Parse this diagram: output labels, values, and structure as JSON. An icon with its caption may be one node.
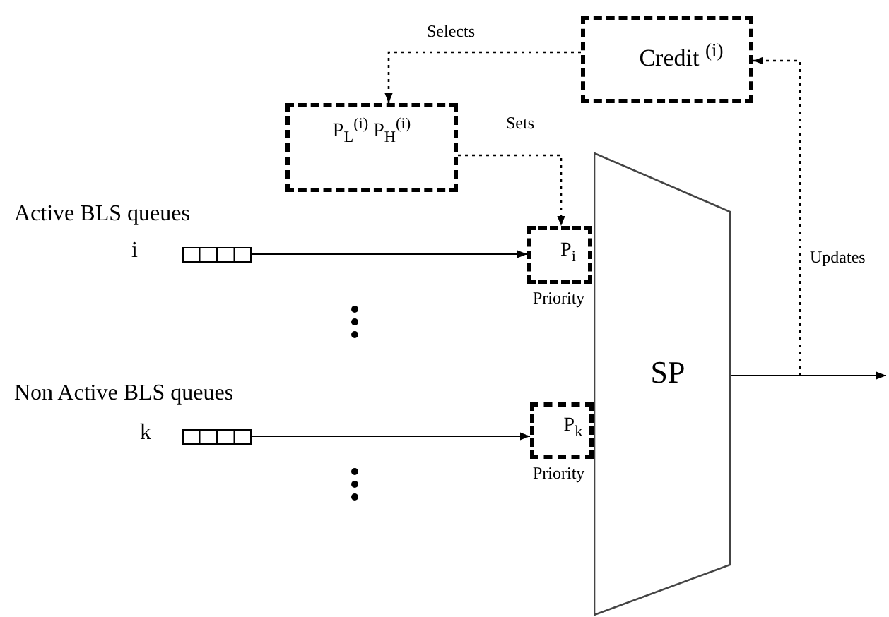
{
  "diagram": {
    "nodes": [
      {
        "text": [
          "Credit $^{(i)}$"
        ]
      },
      {
        "text": [
          "P$_{L}$$^{(i)}$ P$_{H}$$^{(i)}$"
        ]
      },
      {
        "text": [],
        "shape": "box",
        "beside": [
          "i"
        ]
      },
      {
        "text": [
          "P$_{i}$"
        ],
        "beside": [
          "Priority"
        ]
      },
      {
        "text": [],
        "shape": "box",
        "beside": [
          "k"
        ]
      },
      {
        "text": [
          "P$_{k}$"
        ],
        "beside": [
          "Priority"
        ]
      },
      {
        "text": [
          "SP"
        ]
      }
    ],
    "edges": [
      {
        "from": 0,
        "to": 1,
        "arrow": "to",
        "label": "Selects",
        "style": "dashed"
      },
      {
        "from": 1,
        "to": 3,
        "arrow": "to",
        "label": "Sets",
        "style": "dashed"
      },
      {
        "from": 2,
        "to": 3,
        "arrow": "to"
      },
      {
        "from": 4,
        "to": 5,
        "arrow": "to"
      },
      {
        "from": 6,
        "to": null,
        "arrow": "to"
      },
      {
        "from": null,
        "to": 0,
        "arrow": "to",
        "label": "Updates",
        "style": "dashed"
      }
    ],
    "labels": [
      "Active BLS queues",
      "Non Active BLS queues"
    ]
  }
}
